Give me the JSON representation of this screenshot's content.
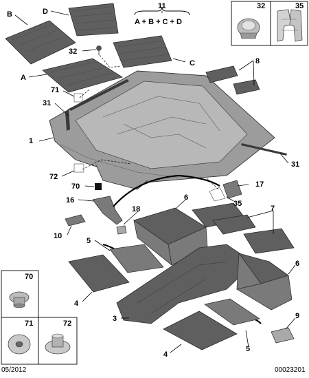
{
  "callouts": {
    "b": "B",
    "d": "D",
    "eleven": "11",
    "formula": "A + B + C + D",
    "c": "C",
    "a": "A",
    "thirtytwo": "32",
    "seventyone": "71",
    "thirtyone_left": "31",
    "one": "1",
    "seventytwo": "72",
    "seventy": "70",
    "sixteen": "16",
    "ten": "10",
    "five_upper": "5",
    "four_upper": "4",
    "three": "3",
    "four_lower": "4",
    "eight": "8",
    "thirtyone_right": "31",
    "seventeen": "17",
    "thirtyfive": "35",
    "six_upper": "6",
    "eighteen": "18",
    "seven": "7",
    "six_lower": "6",
    "nine": "9",
    "five_lower": "5"
  },
  "insets": {
    "top_left_label": "32",
    "top_right_label": "35",
    "bottom_top_label": "70",
    "bottom_left_label": "71",
    "bottom_right_label": "72"
  },
  "footer": {
    "date": "05/2012",
    "ref": "00023201"
  }
}
